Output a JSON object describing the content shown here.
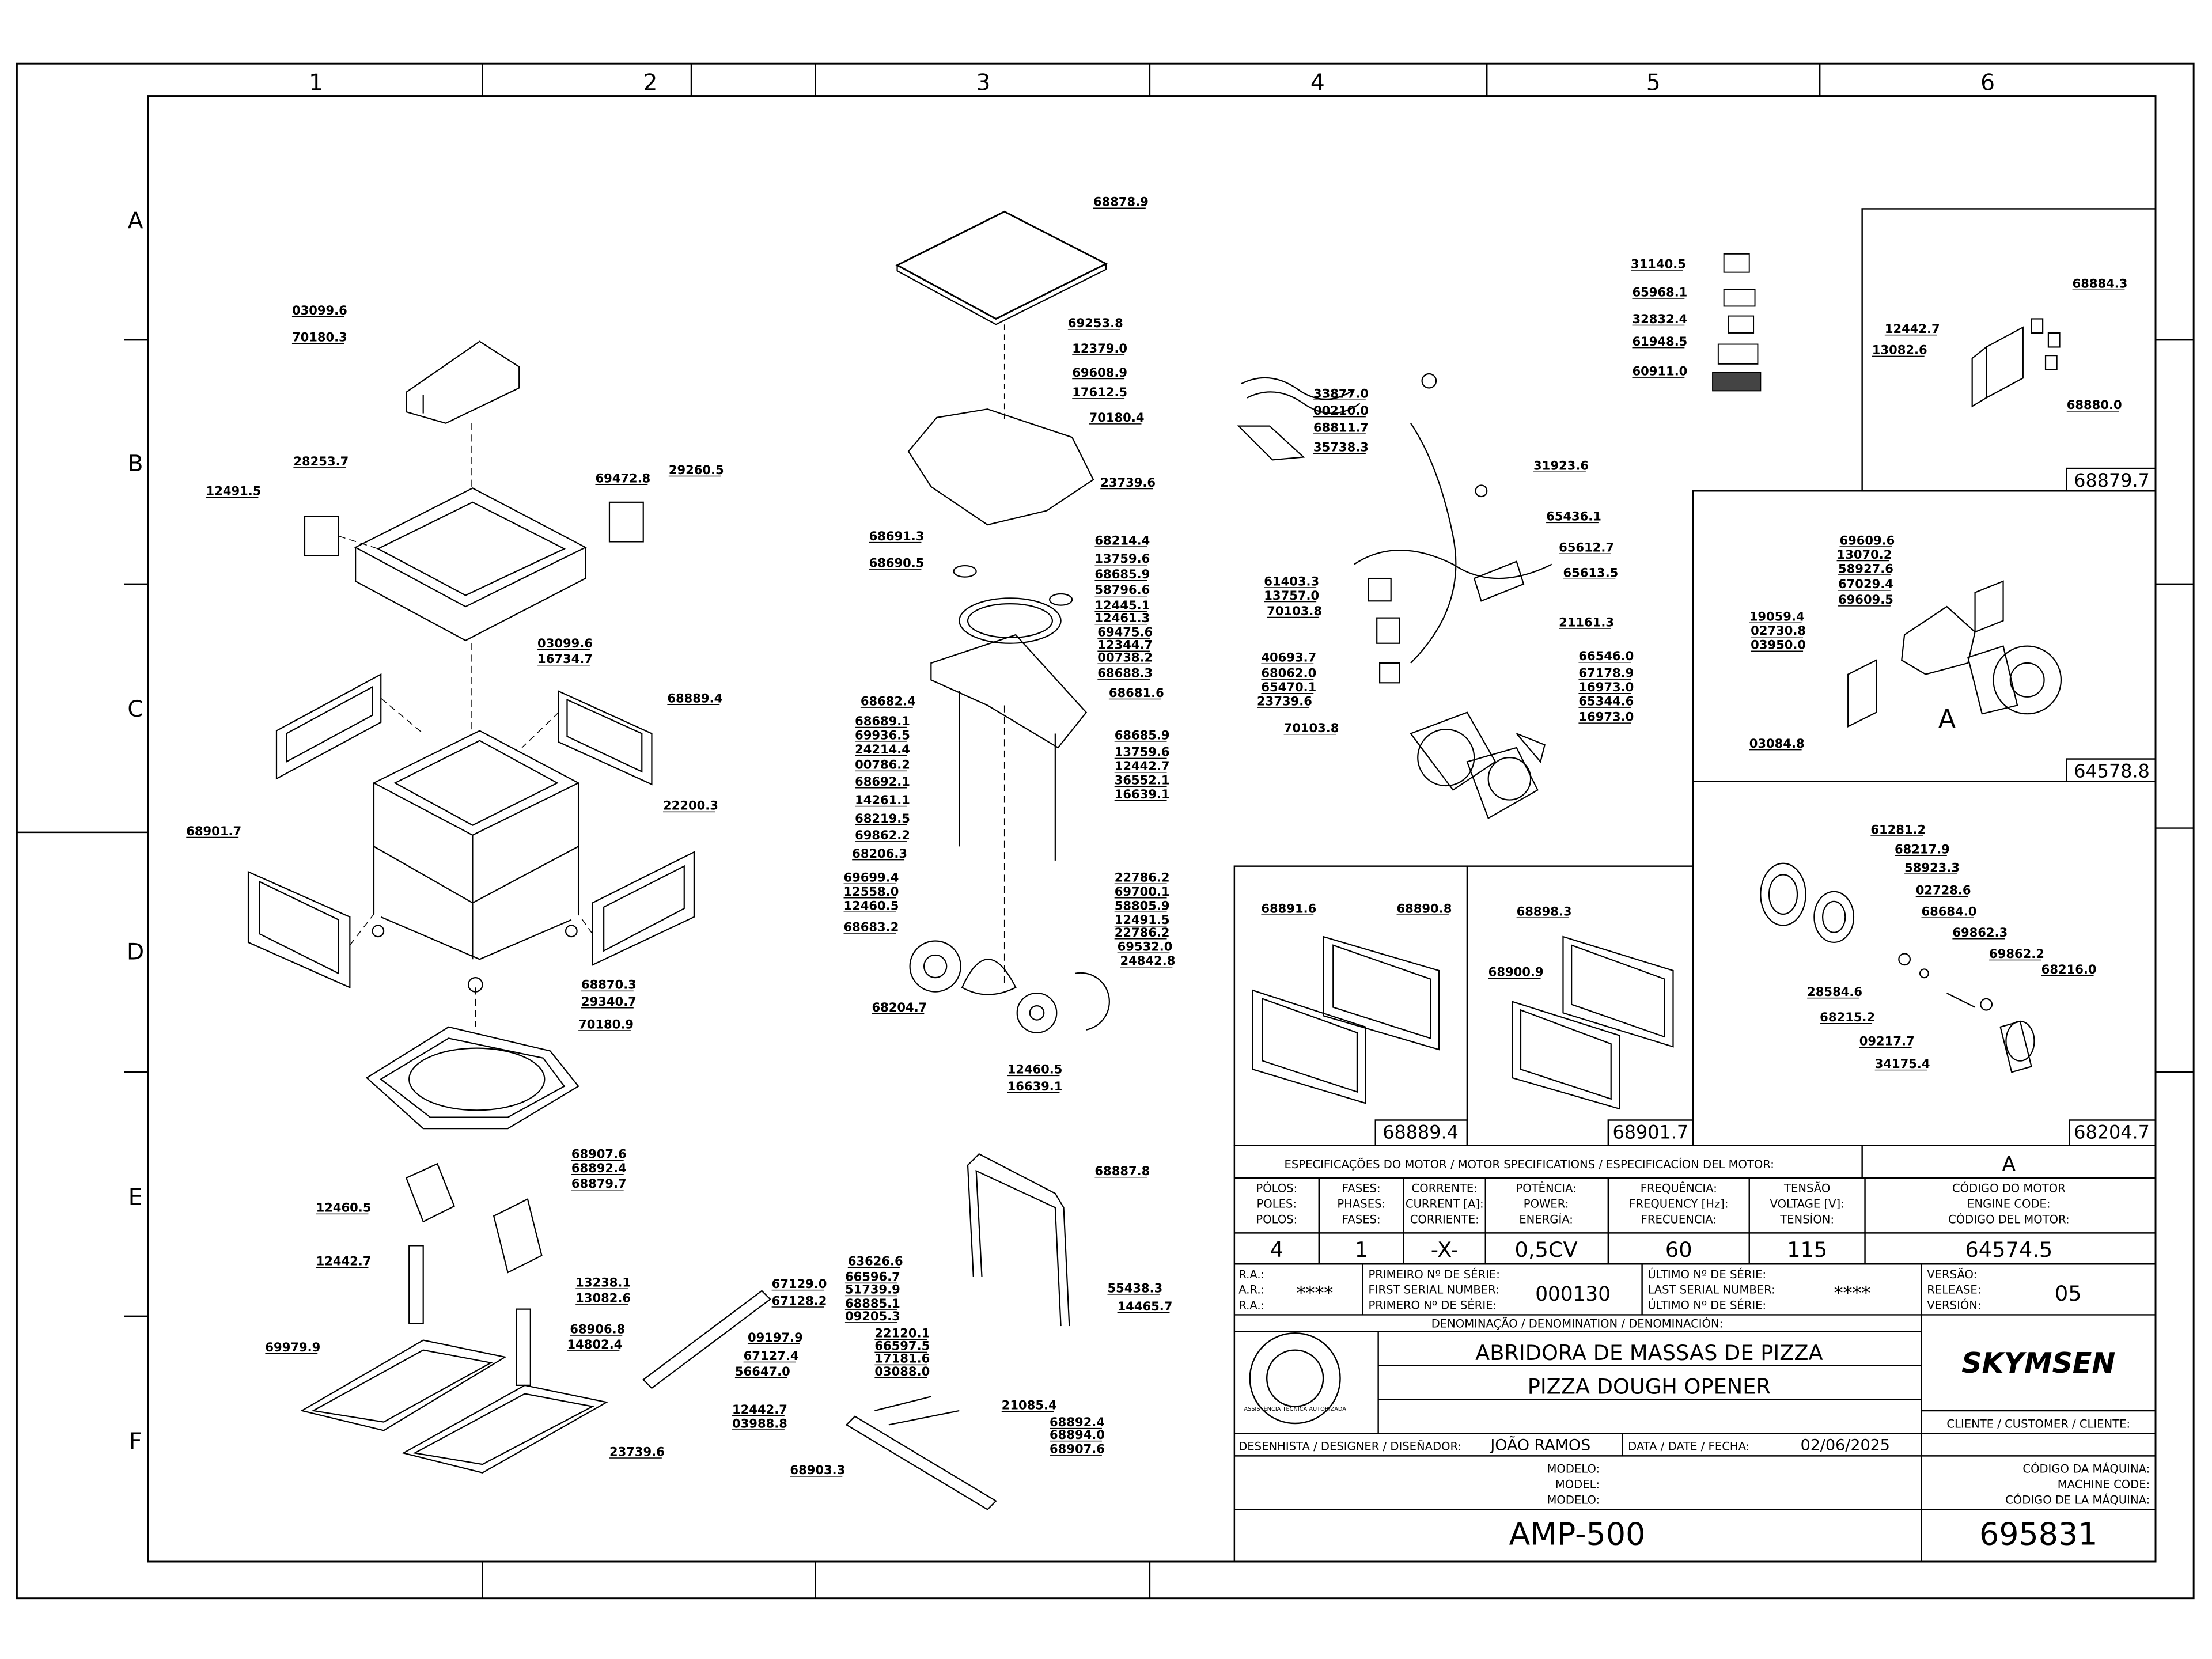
{
  "grid": {
    "columns": [
      "1",
      "2",
      "3",
      "4",
      "5",
      "6"
    ],
    "rows": [
      "A",
      "B",
      "C",
      "D",
      "E",
      "F"
    ]
  },
  "part_labels": [
    "68878.9",
    "69253.8",
    "12379.0",
    "69608.9",
    "17612.5",
    "70180.4",
    "23739.6",
    "68691.3",
    "68690.5",
    "68214.4",
    "13759.6",
    "68685.9",
    "58796.6",
    "12445.1",
    "12461.3",
    "69475.6",
    "12344.7",
    "00738.2",
    "68688.3",
    "68681.6",
    "68682.4",
    "68689.1",
    "69936.5",
    "24214.4",
    "00786.2",
    "68692.1",
    "14261.1",
    "68219.5",
    "69862.2",
    "68206.3",
    "68685.9",
    "13759.6",
    "12442.7",
    "36552.1",
    "16639.1",
    "69699.4",
    "12558.0",
    "12460.5",
    "68683.2",
    "22786.2",
    "69700.1",
    "58805.9",
    "12491.5",
    "22786.2",
    "69532.0",
    "24842.8",
    "68204.7",
    "12460.5",
    "16639.1",
    "03099.6",
    "70180.3",
    "28253.7",
    "69472.8",
    "29260.5",
    "12491.5",
    "03099.6",
    "16734.7",
    "68889.4",
    "22200.3",
    "68901.7",
    "68870.3",
    "29340.7",
    "70180.9",
    "68907.6",
    "68892.4",
    "68879.7",
    "12460.5",
    "12442.7",
    "13238.1",
    "13082.6",
    "68906.8",
    "14802.4",
    "69979.9",
    "23739.6",
    "68887.8",
    "67129.0",
    "67128.2",
    "63626.6",
    "66596.7",
    "51739.9",
    "68885.1",
    "09205.3",
    "55438.3",
    "14465.7",
    "09197.9",
    "67127.4",
    "56647.0",
    "22120.1",
    "66597.5",
    "17181.6",
    "03088.0",
    "12442.7",
    "03988.8",
    "21085.4",
    "68892.4",
    "68894.0",
    "68907.6",
    "68903.3",
    "31140.5",
    "65968.1",
    "32832.4",
    "61948.5",
    "60911.0",
    "33877.0",
    "00210.0",
    "68811.7",
    "35738.3",
    "31923.6",
    "65436.1",
    "65612.7",
    "65613.5",
    "61403.3",
    "13757.0",
    "70103.8",
    "21161.3",
    "40693.7",
    "68062.0",
    "65470.1",
    "23739.6",
    "66546.0",
    "67178.9",
    "16973.0",
    "65344.6",
    "16973.0",
    "70103.8",
    "68891.6",
    "68890.8",
    "68898.3",
    "68900.9",
    "68884.3",
    "12442.7",
    "13082.6",
    "68880.0",
    "69609.6",
    "13070.2",
    "58927.6",
    "67029.4",
    "69609.5",
    "19059.4",
    "02730.8",
    "03950.0",
    "03084.8",
    "61281.2",
    "68217.9",
    "58923.3",
    "02728.6",
    "68684.0",
    "69862.3",
    "69862.2",
    "68216.0",
    "28584.6",
    "68215.2",
    "09217.7",
    "34175.4"
  ],
  "subpanel_ids": {
    "top_right": "68879.7",
    "motor": "64578.8",
    "motor_letter": "A",
    "hub": "68204.7",
    "glass1": "68889.4",
    "glass2": "68901.7"
  },
  "title_block": {
    "spec_header": "ESPECIFICAÇÕES DO MOTOR / MOTOR SPECIFICATIONS / ESPECIFICACÍON DEL MOTOR:",
    "spec_letter": "A",
    "col_polos": "PÓLOS:",
    "col_poles": "POLES:",
    "col_polos_es": "POLOS:",
    "col_fases": "FASES:",
    "col_phases": "PHASES:",
    "col_fases_es": "FASES:",
    "col_corrente": "CORRENTE:",
    "col_current": "CURRENT [A]:",
    "col_corriente": "CORRIENTE:",
    "col_potencia": "POTÊNCIA:",
    "col_power": "POWER:",
    "col_energia": "ENERGÍA:",
    "col_frequencia": "FREQUÊNCIA:",
    "col_frequency": "FREQUENCY [Hz]:",
    "col_frecuencia": "FRECUENCIA:",
    "col_tensao": "TENSÃO",
    "col_voltage": "VOLTAGE [V]:",
    "col_tension": "TENSÍON:",
    "col_engine1": "CÓDIGO DO MOTOR",
    "col_engine2": "ENGINE CODE:",
    "col_engine3": "CÓDIGO DEL MOTOR:",
    "val_poles": "4",
    "val_phases": "1",
    "val_current": "-X-",
    "val_power": "0,5CV",
    "val_frequency": "60",
    "val_voltage": "115",
    "val_engine": "64574.5",
    "ra1": "R.A.:",
    "ra2": "A.R.:",
    "ra3": "R.A.:",
    "ra_val": "****",
    "first1": "PRIMEIRO Nº DE SÉRIE:",
    "first2": "FIRST SERIAL NUMBER:",
    "first3": "PRIMERO Nº DE SÉRIE:",
    "first_val": "000130",
    "last1": "ÚLTIMO Nº DE SÉRIE:",
    "last2": "LAST SERIAL NUMBER:",
    "last3": "ÚLTIMO Nº DE SÉRIE:",
    "last_val": "****",
    "ver1": "VERSÃO:",
    "ver2": "RELEASE:",
    "ver3": "VERSIÓN:",
    "ver_val": "05",
    "denom_header": "DENOMINAÇÃO / DENOMINATION / DENOMINACIÓN:",
    "name_pt": "ABRIDORA DE MASSAS DE PIZZA",
    "name_en": "PIZZA DOUGH OPENER",
    "brand": "SKYMSEN",
    "seal_text": "ASSISTÊNCIA TÉCNICA AUTORIZADA",
    "client": "CLIENTE / CUSTOMER / CLIENTE:",
    "designer_label": "DESENHISTA / DESIGNER / DISEÑADOR:",
    "designer": "JOÃO RAMOS",
    "date_label": "DATA / DATE / FECHA:",
    "date": "02/06/2025",
    "modelo1": "MODELO:",
    "modelo2": "MODEL:",
    "modelo3": "MODELO:",
    "mcode1": "CÓDIGO DA MÁQUINA:",
    "mcode2": "MACHINE CODE:",
    "mcode3": "CÓDIGO DE LA MÁQUINA:",
    "model": "AMP-500",
    "machine_code": "695831"
  }
}
